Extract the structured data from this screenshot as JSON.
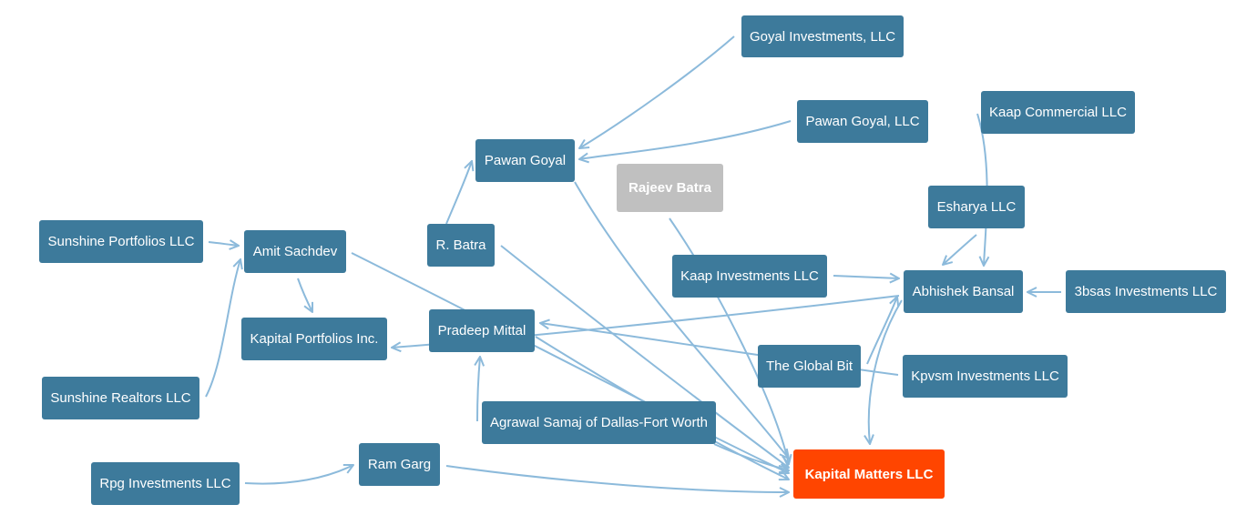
{
  "colors": {
    "node": "#3d7a9b",
    "edge": "#8cbadb",
    "muted": "#c0c0c0",
    "target": "#ff4500"
  },
  "nodes": [
    {
      "id": "goyal_inv",
      "label": "Goyal Investments, LLC"
    },
    {
      "id": "pawan_goyal_llc",
      "label": "Pawan Goyal, LLC"
    },
    {
      "id": "kaap_commercial",
      "label": "Kaap Commercial LLC"
    },
    {
      "id": "pawan_goyal",
      "label": "Pawan Goyal"
    },
    {
      "id": "rajeev_batra",
      "label": "Rajeev Batra",
      "style": "muted"
    },
    {
      "id": "esharya",
      "label": "Esharya LLC"
    },
    {
      "id": "sunshine_portfolios",
      "label": "Sunshine Portfolios LLC"
    },
    {
      "id": "amit_sachdev",
      "label": "Amit Sachdev"
    },
    {
      "id": "r_batra",
      "label": "R. Batra"
    },
    {
      "id": "kaap_inv",
      "label": "Kaap Investments LLC"
    },
    {
      "id": "abhishek_bansal",
      "label": "Abhishek Bansal"
    },
    {
      "id": "3bsas",
      "label": "3bsas Investments LLC"
    },
    {
      "id": "kapital_portfolios",
      "label": "Kapital Portfolios Inc."
    },
    {
      "id": "pradeep_mittal",
      "label": "Pradeep Mittal"
    },
    {
      "id": "global_bit",
      "label": "The Global Bit"
    },
    {
      "id": "kpvsm",
      "label": "Kpvsm Investments LLC"
    },
    {
      "id": "sunshine_realtors",
      "label": "Sunshine Realtors LLC"
    },
    {
      "id": "agrawal_samaj",
      "label": "Agrawal Samaj of Dallas-Fort Worth"
    },
    {
      "id": "rpg_inv",
      "label": "Rpg Investments LLC"
    },
    {
      "id": "ram_garg",
      "label": "Ram Garg"
    },
    {
      "id": "kapital_matters",
      "label": "Kapital Matters LLC",
      "style": "target"
    }
  ],
  "edges": [
    {
      "from": "goyal_inv",
      "to": "pawan_goyal"
    },
    {
      "from": "pawan_goyal_llc",
      "to": "pawan_goyal"
    },
    {
      "from": "pawan_goyal",
      "to": "kapital_matters"
    },
    {
      "from": "r_batra",
      "to": "pawan_goyal"
    },
    {
      "from": "r_batra",
      "to": "kapital_matters"
    },
    {
      "from": "kaap_commercial",
      "to": "abhishek_bansal"
    },
    {
      "from": "esharya",
      "to": "abhishek_bansal"
    },
    {
      "from": "rajeev_batra",
      "to": "kapital_matters"
    },
    {
      "from": "kaap_inv",
      "to": "abhishek_bansal"
    },
    {
      "from": "3bsas",
      "to": "abhishek_bansal"
    },
    {
      "from": "abhishek_bansal",
      "to": "kapital_portfolios"
    },
    {
      "from": "abhishek_bansal",
      "to": "kapital_matters"
    },
    {
      "from": "global_bit",
      "to": "abhishek_bansal"
    },
    {
      "from": "kpvsm",
      "to": "pradeep_mittal"
    },
    {
      "from": "sunshine_portfolios",
      "to": "amit_sachdev"
    },
    {
      "from": "sunshine_realtors",
      "to": "amit_sachdev"
    },
    {
      "from": "amit_sachdev",
      "to": "kapital_portfolios"
    },
    {
      "from": "amit_sachdev",
      "to": "kapital_matters"
    },
    {
      "from": "pradeep_mittal",
      "to": "kapital_matters"
    },
    {
      "from": "agrawal_samaj",
      "to": "pradeep_mittal"
    },
    {
      "from": "agrawal_samaj",
      "to": "kapital_matters"
    },
    {
      "from": "rpg_inv",
      "to": "ram_garg"
    },
    {
      "from": "ram_garg",
      "to": "kapital_matters"
    }
  ]
}
